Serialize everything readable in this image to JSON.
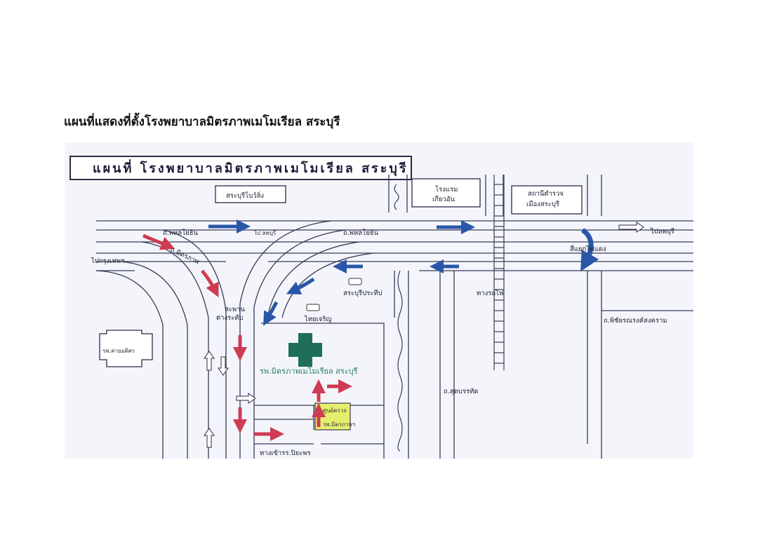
{
  "document": {
    "title": "แผนที่แสดงที่ตั้งโรงพยาบาลมิตรภาพเมโมเรียล สระบุรี"
  },
  "map": {
    "title": "แผนที่ โรงพยาบาลมิตรภาพเมโมเรียล สระบุรี",
    "colors": {
      "road": "#3a3a55",
      "blue_arrow": "#2a56a8",
      "red_arrow": "#cf3b52",
      "cross": "#1f6f58",
      "highlight": "#e6ee6e",
      "paper": "#f3f5fb"
    },
    "labels": {
      "saraburi_bowling": "สระบุรีโบว์ลิ่ง",
      "hotel": "โรงแรม",
      "hotel_name": "เกียวอัน",
      "police_station": "สถานีตำรวจ",
      "police_station_sub": "เมืองสระบุรี",
      "phahon_left": "ถ.พหลโยธิน",
      "to_lopburi_small": "ไป ลพบุรี",
      "phahon_right": "ถ.พหลโยธิน",
      "to_lopburi": "ไปลพบุรี",
      "to_bangkok": "ไปกรุงเทพฯ",
      "intersection": "สี่แยกไฟแดง",
      "nakhon_ratchasima": "ถ.มิตรภาพ",
      "saraburi_prathip": "สระบุรีประทีป",
      "railway": "ทางรถไฟ",
      "interchange_1": "สะพาน",
      "interchange_2": "ต่างระดับ",
      "thai_charoen": "ไทยเจริญ",
      "phichai_road": "ถ.พิชัยรณรงค์สงคราม",
      "camp": "รพ.ค่ายอดิศร",
      "hospital": "รพ.มิตรภาพเมโมเรียล สระบุรี",
      "sutbanthat": "ถ.สุดบรรทัด",
      "clinic_1": "ศูนย์ตรวจ",
      "clinic_2": "รพ.มิตรภาพฯ",
      "school": "ทางเข้ารร.ปิยะพร"
    }
  }
}
